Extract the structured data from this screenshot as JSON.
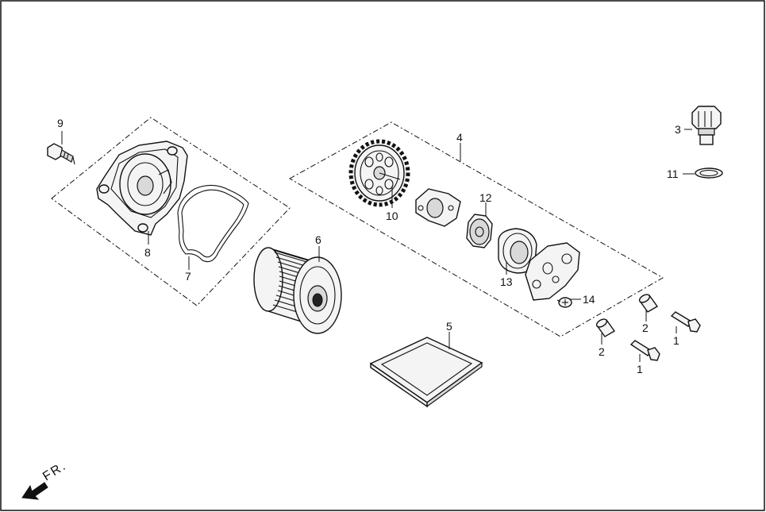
{
  "diagram": {
    "labels": {
      "l1a": "1",
      "l1b": "1",
      "l2a": "2",
      "l2b": "2",
      "l3": "3",
      "l4": "4",
      "l5": "5",
      "l6": "6",
      "l7": "7",
      "l8": "8",
      "l9": "9",
      "l10": "10",
      "l11": "11",
      "l12": "12",
      "l13": "13",
      "l14": "14"
    },
    "direction": "FR."
  }
}
